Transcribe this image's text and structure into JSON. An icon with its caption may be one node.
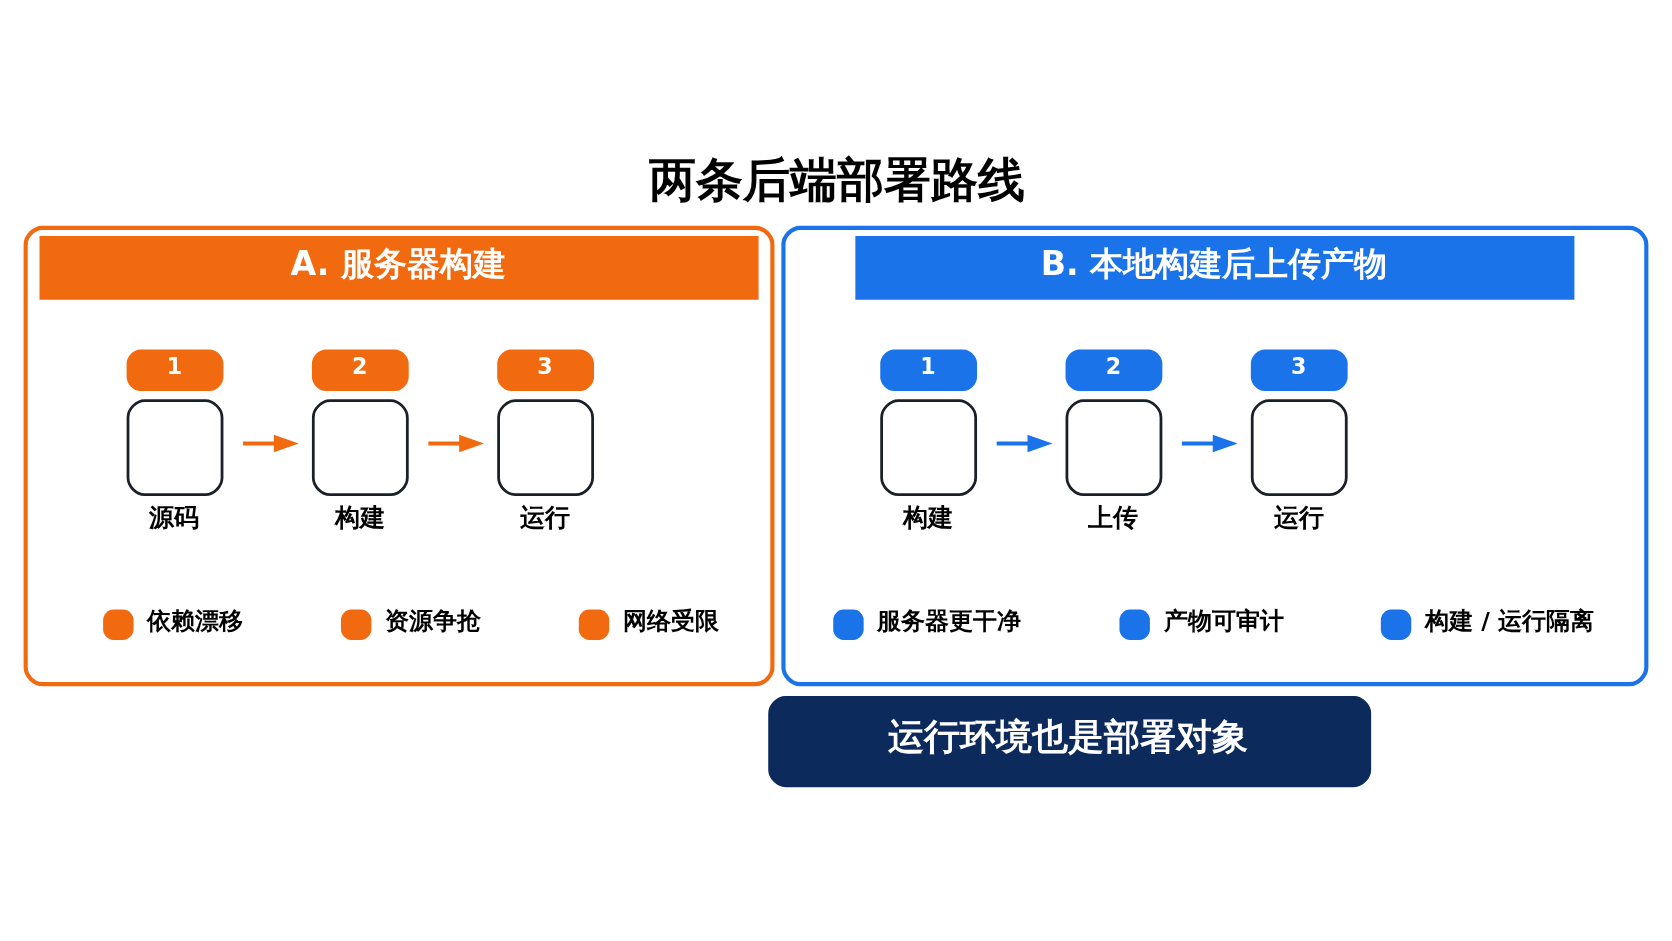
{
  "diagram": {
    "title": "两条后端部署路线",
    "nodes": [
      {
        "text": [
          "A. 服务器构建"
        ]
      },
      {
        "text": [
          "源码"
        ],
        "beside": [
          "1"
        ],
        "in": 0
      },
      {
        "text": [
          "构建"
        ],
        "beside": [
          "2"
        ],
        "in": 0
      },
      {
        "text": [
          "运行"
        ],
        "beside": [
          "3"
        ],
        "in": 0
      },
      {
        "text": [
          "依赖漂移"
        ],
        "in": 0
      },
      {
        "text": [
          "资源争抢"
        ],
        "in": 0
      },
      {
        "text": [
          "网络受限"
        ],
        "in": 0
      },
      {
        "text": [
          "B. 本地构建后上传产物"
        ]
      },
      {
        "text": [
          "构建"
        ],
        "beside": [
          "1"
        ],
        "in": 7
      },
      {
        "text": [
          "上传"
        ],
        "beside": [
          "2"
        ],
        "in": 7
      },
      {
        "text": [
          "运行"
        ],
        "beside": [
          "3"
        ],
        "in": 7
      },
      {
        "text": [
          "服务器更干净"
        ],
        "in": 7
      },
      {
        "text": [
          "产物可审计"
        ],
        "in": 7
      },
      {
        "text": [
          "构建 / 运行隔离"
        ],
        "in": 7
      },
      {
        "text": [
          "运行环境也是部署对象"
        ]
      }
    ],
    "edges": [
      {
        "from": 1,
        "to": 2,
        "arrow": "to",
        "color": "#f26a0f"
      },
      {
        "from": 2,
        "to": 3,
        "arrow": "to",
        "color": "#f26a0f"
      },
      {
        "from": 8,
        "to": 9,
        "arrow": "to",
        "color": "#1a73e8"
      },
      {
        "from": 9,
        "to": 10,
        "arrow": "to",
        "color": "#1a73e8"
      }
    ]
  }
}
